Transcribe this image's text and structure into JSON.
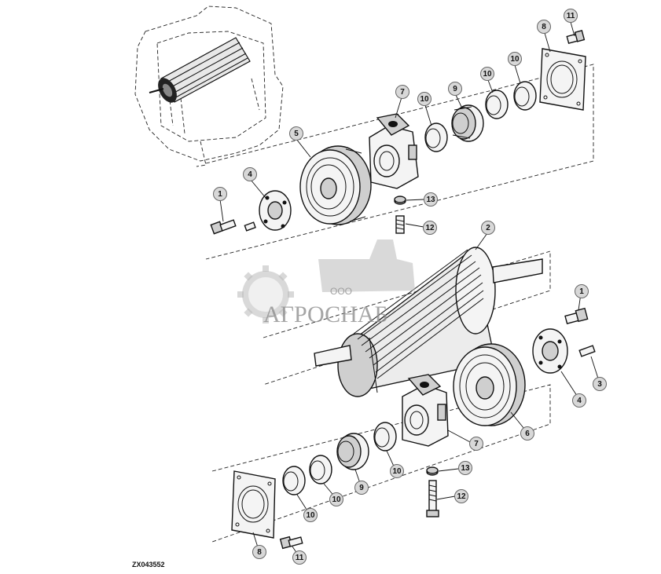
{
  "figure_code": "ZX043552",
  "watermark": {
    "line1": "ООО",
    "line2": "АГРОСНАБ"
  },
  "callouts": [
    {
      "label": "11"
    },
    {
      "label": "8"
    },
    {
      "label": "10"
    },
    {
      "label": "10"
    },
    {
      "label": "9"
    },
    {
      "label": "10"
    },
    {
      "label": "7"
    },
    {
      "label": "5"
    },
    {
      "label": "4"
    },
    {
      "label": "1"
    },
    {
      "label": "13"
    },
    {
      "label": "12"
    },
    {
      "label": "2"
    },
    {
      "label": "1"
    },
    {
      "label": "3"
    },
    {
      "label": "4"
    },
    {
      "label": "6"
    },
    {
      "label": "7"
    },
    {
      "label": "13"
    },
    {
      "label": "12"
    },
    {
      "label": "10"
    },
    {
      "label": "9"
    },
    {
      "label": "10"
    },
    {
      "label": "10"
    },
    {
      "label": "8"
    },
    {
      "label": "11"
    }
  ]
}
